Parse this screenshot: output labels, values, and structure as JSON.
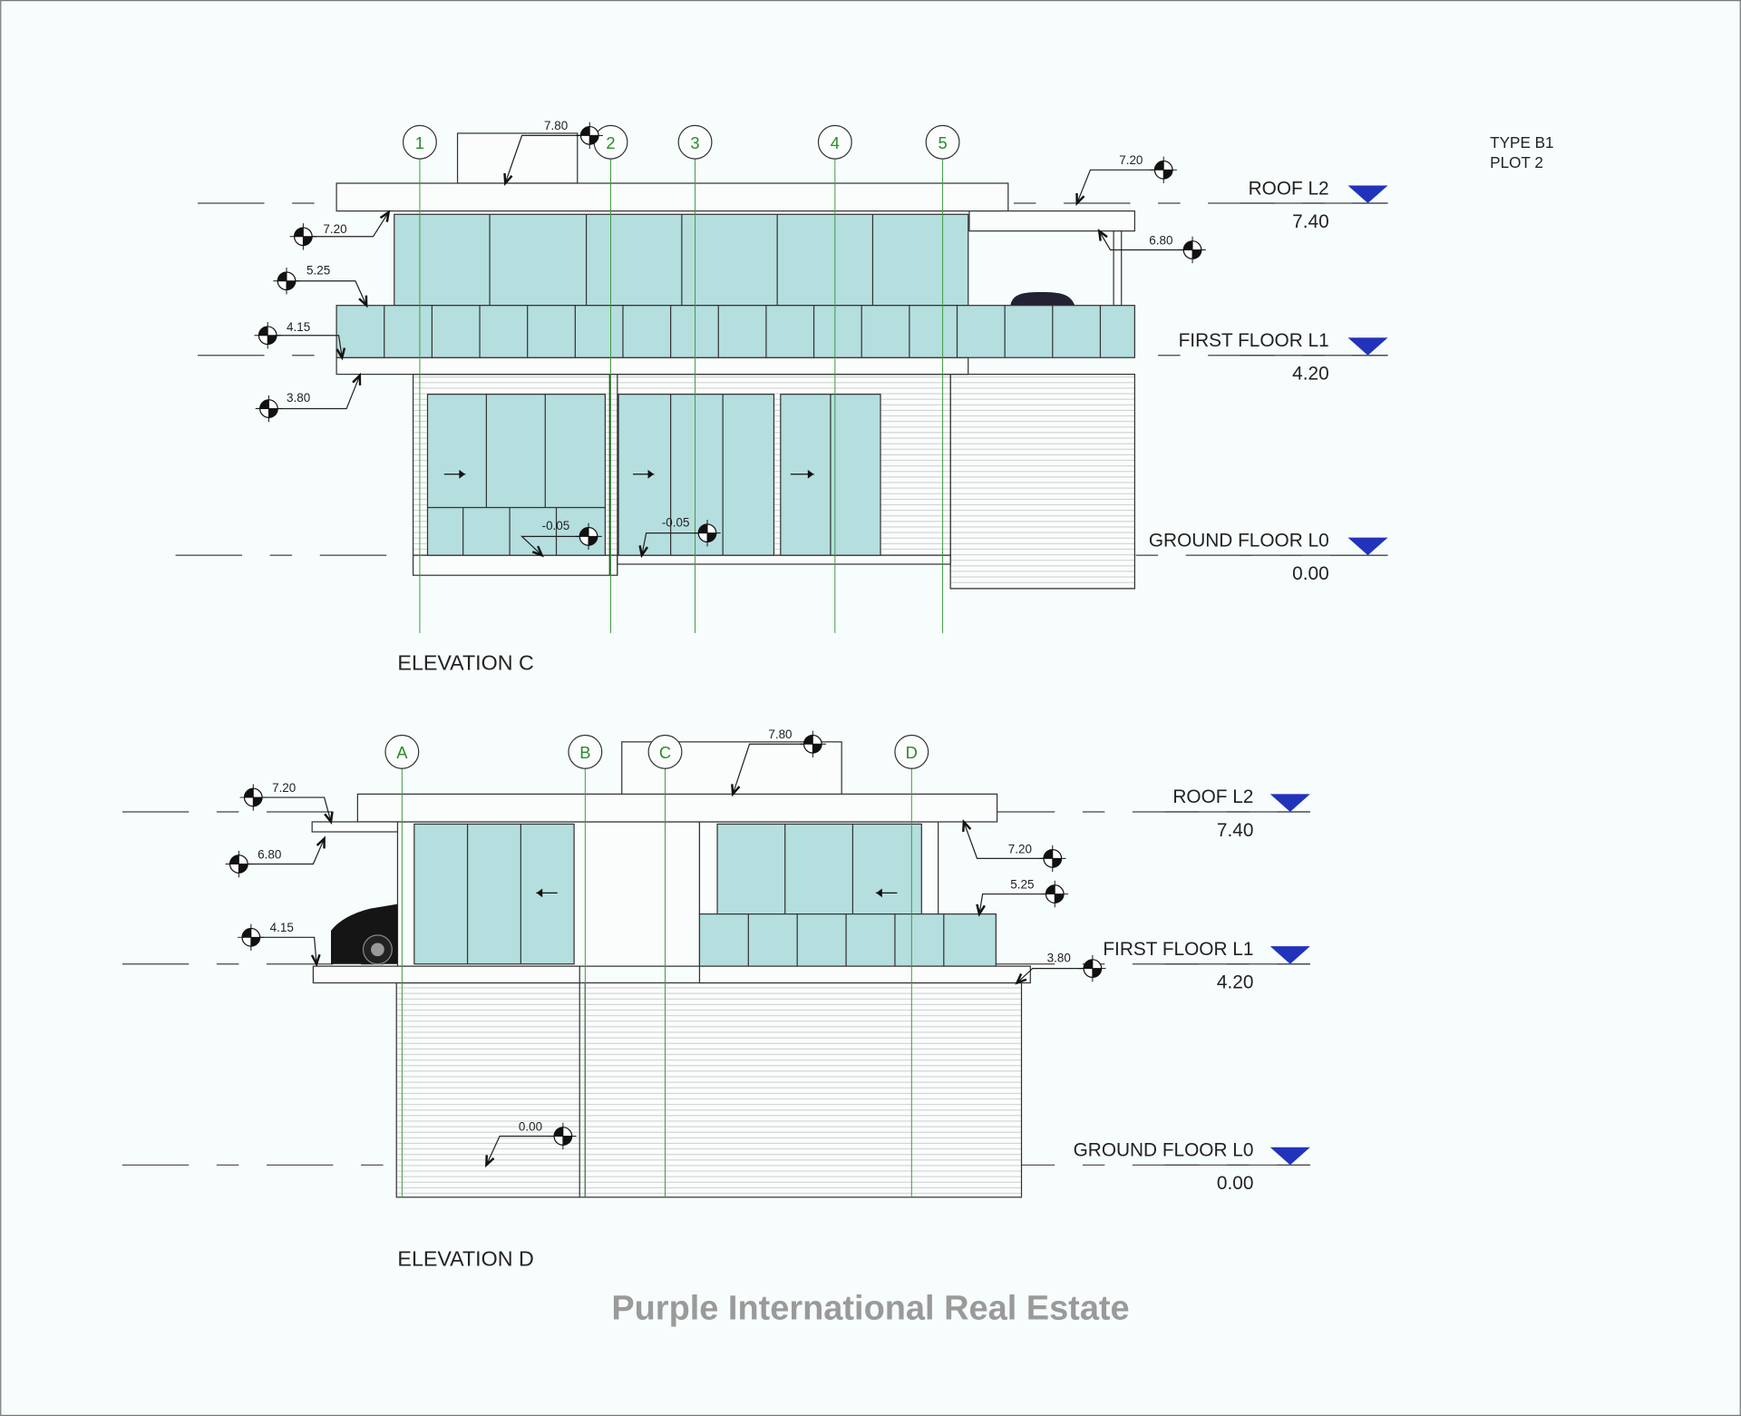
{
  "sheet": {
    "type": "TYPE B1",
    "plot": "PLOT 2"
  },
  "watermark": "Purple International Real Estate",
  "colors": {
    "glass": "#b5dede",
    "level_marker": "#2233bb",
    "grid": "#3c9a3c",
    "watermark": "#9a9a9a"
  },
  "elevation_c": {
    "title": "ELEVATION C",
    "grids": [
      "1",
      "2",
      "3",
      "4",
      "5"
    ],
    "levels": [
      {
        "name": "ROOF L2",
        "value": "7.40"
      },
      {
        "name": "FIRST FLOOR L1",
        "value": "4.20"
      },
      {
        "name": "GROUND FLOOR L0",
        "value": "0.00"
      }
    ],
    "spot_levels": [
      "7.80",
      "7.20",
      "5.25",
      "4.15",
      "3.80",
      "7.20",
      "6.80",
      "-0.05",
      "-0.05"
    ]
  },
  "elevation_d": {
    "title": "ELEVATION D",
    "grids": [
      "A",
      "B",
      "C",
      "D"
    ],
    "levels": [
      {
        "name": "ROOF L2",
        "value": "7.40"
      },
      {
        "name": "FIRST FLOOR L1",
        "value": "4.20"
      },
      {
        "name": "GROUND FLOOR L0",
        "value": "0.00"
      }
    ],
    "spot_levels": [
      "7.80",
      "7.20",
      "6.80",
      "4.15",
      "7.20",
      "5.25",
      "3.80",
      "0.00"
    ]
  }
}
